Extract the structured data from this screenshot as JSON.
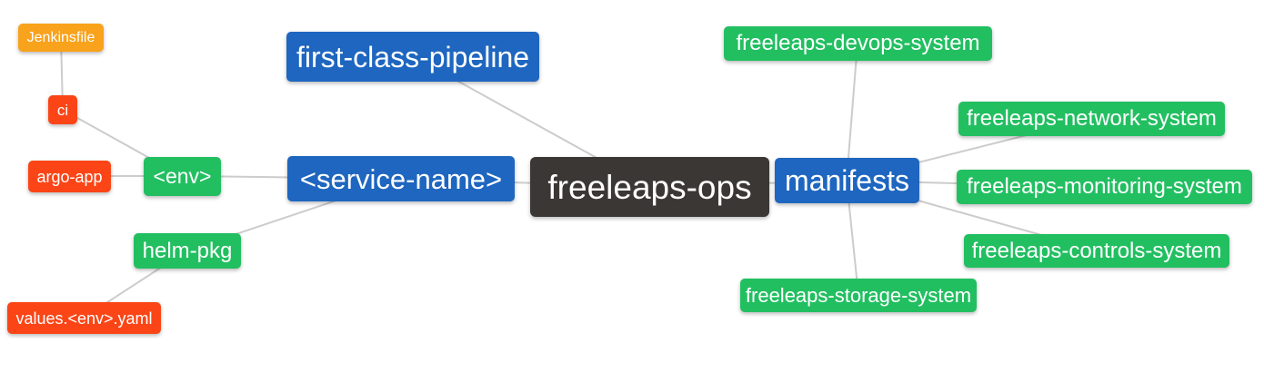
{
  "diagram": {
    "type": "mindmap",
    "background": "#ffffff",
    "edge_color": "#cccccc",
    "palette": {
      "root": "#3b3734",
      "level1_blue": "#1e66bf",
      "level2_green": "#22bf61",
      "level3_red": "#fb4516",
      "level4_amber": "#f9a21b",
      "text": "#ffffff"
    },
    "nodes": [
      {
        "id": "freeleaps-ops",
        "label": "freeleaps-ops",
        "level": "root"
      },
      {
        "id": "first-class-pipeline",
        "label": "first-class-pipeline",
        "level": "level1"
      },
      {
        "id": "service-name",
        "label": "<service-name>",
        "level": "level1"
      },
      {
        "id": "manifests",
        "label": "manifests",
        "level": "level1"
      },
      {
        "id": "env",
        "label": "<env>",
        "level": "level2"
      },
      {
        "id": "helm-pkg",
        "label": "helm-pkg",
        "level": "level2"
      },
      {
        "id": "freeleaps-devops-system",
        "label": "freeleaps-devops-system",
        "level": "level2"
      },
      {
        "id": "freeleaps-network-system",
        "label": "freeleaps-network-system",
        "level": "level2"
      },
      {
        "id": "freeleaps-monitoring-system",
        "label": "freeleaps-monitoring-system",
        "level": "level2"
      },
      {
        "id": "freeleaps-controls-system",
        "label": "freeleaps-controls-system",
        "level": "level2"
      },
      {
        "id": "freeleaps-storage-system",
        "label": "freeleaps-storage-system",
        "level": "level2"
      },
      {
        "id": "ci",
        "label": "ci",
        "level": "level3"
      },
      {
        "id": "argo-app",
        "label": "argo-app",
        "level": "level3"
      },
      {
        "id": "values-env-yaml",
        "label": "values.<env>.yaml",
        "level": "level3"
      },
      {
        "id": "jenkinsfile",
        "label": "Jenkinsfile",
        "level": "level4"
      }
    ],
    "edges": [
      [
        "jenkinsfile",
        "ci"
      ],
      [
        "ci",
        "env"
      ],
      [
        "argo-app",
        "env"
      ],
      [
        "env",
        "service-name"
      ],
      [
        "helm-pkg",
        "service-name"
      ],
      [
        "values-env-yaml",
        "helm-pkg"
      ],
      [
        "first-class-pipeline",
        "freeleaps-ops"
      ],
      [
        "service-name",
        "freeleaps-ops"
      ],
      [
        "freeleaps-ops",
        "manifests"
      ],
      [
        "manifests",
        "freeleaps-devops-system"
      ],
      [
        "manifests",
        "freeleaps-network-system"
      ],
      [
        "manifests",
        "freeleaps-monitoring-system"
      ],
      [
        "manifests",
        "freeleaps-controls-system"
      ],
      [
        "manifests",
        "freeleaps-storage-system"
      ]
    ]
  }
}
